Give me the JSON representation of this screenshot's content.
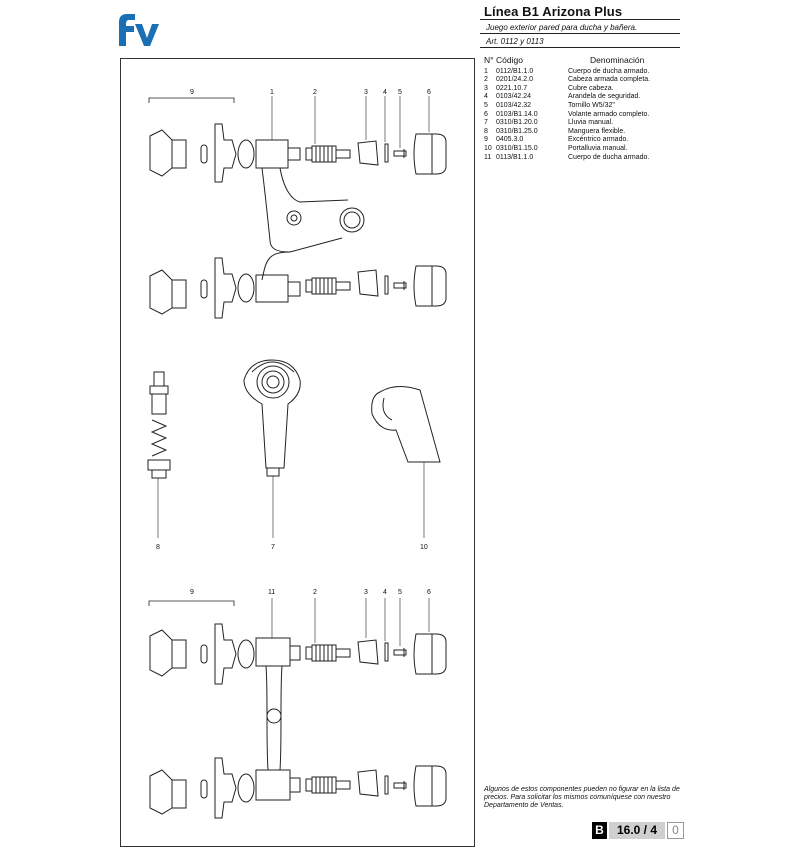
{
  "header": {
    "title": "Línea B1 Arizona Plus",
    "subtitle": "Juego exterior pared para ducha y bañera.",
    "article": "Art. 0112 y 0113"
  },
  "parts_table": {
    "col_number": "N°",
    "col_code": "Código",
    "col_name": "Denominación",
    "rows": [
      {
        "n": "1",
        "code": "0112/B1.1.0",
        "name": "Cuerpo de ducha armado."
      },
      {
        "n": "2",
        "code": "0201/24.2.0",
        "name": "Cabeza armada completa."
      },
      {
        "n": "3",
        "code": "0221.10.7",
        "name": "Cubre cabeza."
      },
      {
        "n": "4",
        "code": "0103/42.24",
        "name": "Arandela de seguridad."
      },
      {
        "n": "5",
        "code": "0103/42.32",
        "name": "Tornillo W5/32\""
      },
      {
        "n": "6",
        "code": "0103/B1.14.0",
        "name": "Volante armado completo."
      },
      {
        "n": "7",
        "code": "0310/B1.20.0",
        "name": "Lluvia manual."
      },
      {
        "n": "8",
        "code": "0310/B1.25.0",
        "name": "Manguera flexible."
      },
      {
        "n": "9",
        "code": "0405.3.0",
        "name": "Excéntrico armado."
      },
      {
        "n": "10",
        "code": "0310/B1.15.0",
        "name": "Portalluvia manual."
      },
      {
        "n": "11",
        "code": "0113/B1.1.0",
        "name": "Cuerpo de ducha armado."
      }
    ]
  },
  "callouts": {
    "top": [
      "9",
      "1",
      "2",
      "3",
      "4",
      "5",
      "6"
    ],
    "middle": [
      "8",
      "7",
      "10"
    ],
    "bottom": [
      "9",
      "11",
      "2",
      "3",
      "4",
      "5",
      "6"
    ]
  },
  "note": "Algunos de estos componentes pueden no figurar en la lista de precios. Para solicitar los mismos comuníquese con nuestro Departamento de Ventas.",
  "page_badge": {
    "letter": "B",
    "number": "16.0 / 4",
    "revision": "0"
  },
  "logo": {
    "text": "fv",
    "color": "#1a6fb5"
  }
}
